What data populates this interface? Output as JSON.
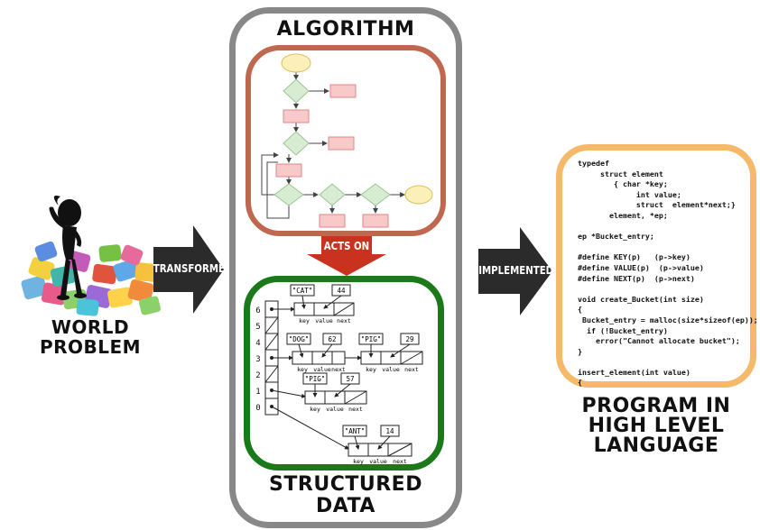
{
  "labels": {
    "world_problem": [
      "WORLD",
      "PROBLEM"
    ],
    "algorithm": "ALGORITHM",
    "structured_data": [
      "STRUCTURED",
      "DATA"
    ],
    "program": [
      "PROGRAM IN",
      "HIGH LEVEL",
      "LANGUAGE"
    ],
    "arrow_transformed": "TRANSFORMED",
    "arrow_acts_on": "ACTS ON",
    "arrow_implemented": "IMPLEMENTED"
  },
  "hash_table": {
    "slots": [
      "6",
      "5",
      "4",
      "3",
      "2",
      "1",
      "0"
    ],
    "entries": [
      {
        "key": "\"CAT\"",
        "value": "44"
      },
      {
        "key": "\"DOG\"",
        "value": "62"
      },
      {
        "key": "\"PIG\"",
        "value": "29"
      },
      {
        "key": "\"PIG\"",
        "value": "57"
      },
      {
        "key": "\"ANT\"",
        "value": "14"
      }
    ],
    "field_labels": {
      "key": "key",
      "value": "value",
      "next": "next"
    }
  },
  "code_lines": [
    "typedef",
    "     struct element",
    "        { char *key;",
    "             int value;",
    "             struct  element*next;}",
    "       element, *ep;",
    "",
    "ep *Bucket_entry;",
    "",
    "#define KEY(p)   (p->key)",
    "#define VALUE(p)  (p->value)",
    "#define NEXT(p)  (p->next)",
    "",
    "void create_Bucket(int size)",
    "{",
    " Bucket_entry = malloc(size*sizeof(ep));",
    "  if (!Bucket_entry)",
    "    error(\"Cannot allocate bucket\");",
    "}",
    "",
    "insert_element(int value)",
    "{"
  ],
  "colors": {
    "algorithm_border": "#c0674f",
    "data_border": "#1a7a1a",
    "program_border": "#f5b96a",
    "outer_border": "#888888",
    "acts_on_arrow": "#c8321e",
    "dark_arrow": "#2b2b2b",
    "flow_diamond": "#d7ecd3",
    "flow_rect": "#f7c9c9",
    "flow_oval": "#fbf0b8"
  }
}
